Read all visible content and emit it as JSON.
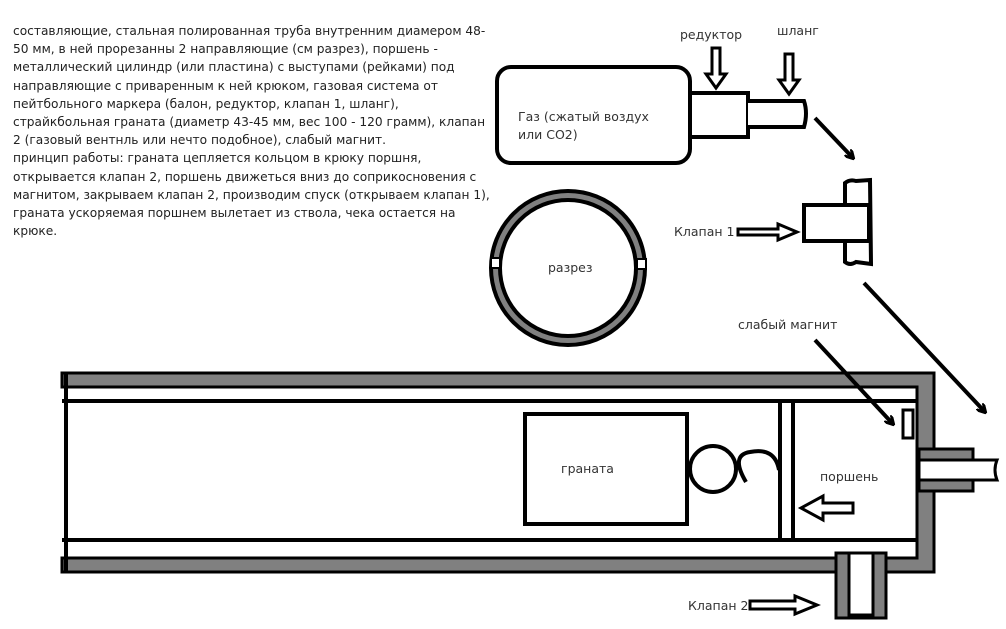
{
  "description": {
    "components": "составляющие, стальная полированная труба внутренним диамером 48-50 мм, в ней прорезанны 2 направляющие (см разрез), поршень - металлический цилиндр (или пластина) с выступами (рейками) под направляющие с приваренным к ней крюком, газовая система от пейтбольного маркера (балон, редуктор, клапан 1, шланг), страйкбольная граната (диаметр 43-45 мм, вес 100 - 120 грамм), клапан 2 (газовый вентнль или нечто подобное), слабый магнит.",
    "principle": "принцип работы: граната цепляется кольцом в крюку поршня, открывается клапан 2, поршень движеться вниз до соприкосновения с магнитом, закрываем клапан 2, производим спуск (открываем клапан 1), граната ускоряемая поршнем вылетает из ствола, чека остается на крюке."
  },
  "labels": {
    "reducer": "редуктор",
    "hose": "шланг",
    "gas_line1": "Газ (сжатый воздух",
    "gas_line2": "или CO2)",
    "valve1": "Клапан 1",
    "section": "разрез",
    "magnet": "слабый магнит",
    "grenade": "граната",
    "piston": "поршень",
    "valve2": "Клапан 2"
  },
  "colors": {
    "wall": "#808080",
    "line": "#000000"
  }
}
